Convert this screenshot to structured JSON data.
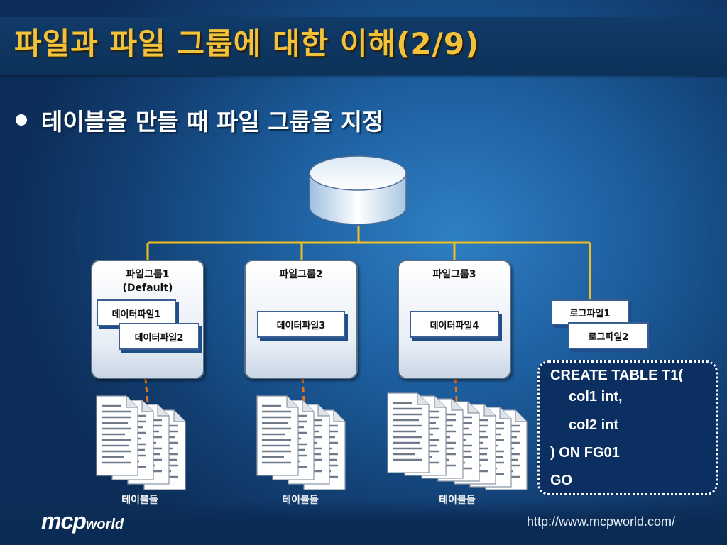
{
  "slide": {
    "title": "파일과 파일 그룹에 대한 이해(2/9)",
    "bullet": "테이블을 만들 때 파일 그룹을 지정"
  },
  "groups": [
    {
      "name": "파일그룹1",
      "sub": "(Default)",
      "files": [
        "데이터파일1",
        "데이터파일2"
      ],
      "tables_label": "테이블들"
    },
    {
      "name": "파일그룹2",
      "sub": "",
      "files": [
        "데이터파일3"
      ],
      "tables_label": "테이블들"
    },
    {
      "name": "파일그룹3",
      "sub": "",
      "files": [
        "데이터파일4"
      ],
      "tables_label": "테이블들"
    }
  ],
  "log_files": [
    "로그파일1",
    "로그파일2"
  ],
  "sql": {
    "line1": "CREATE TABLE T1(",
    "line2": "col1 int,",
    "line3": "col2 int",
    "line4": ") ON FG01",
    "line5": "GO"
  },
  "footer": {
    "logo_main": "mcp",
    "logo_sub": "world",
    "url": "http://www.mcpworld.com/"
  },
  "colors": {
    "title": "#f2c33a",
    "connector": "#f0c020",
    "arrow": "#e8751a",
    "background": "#1d5f9f"
  },
  "icons": {
    "database": "database-cylinder-icon",
    "tables": "document-stack-icon"
  }
}
